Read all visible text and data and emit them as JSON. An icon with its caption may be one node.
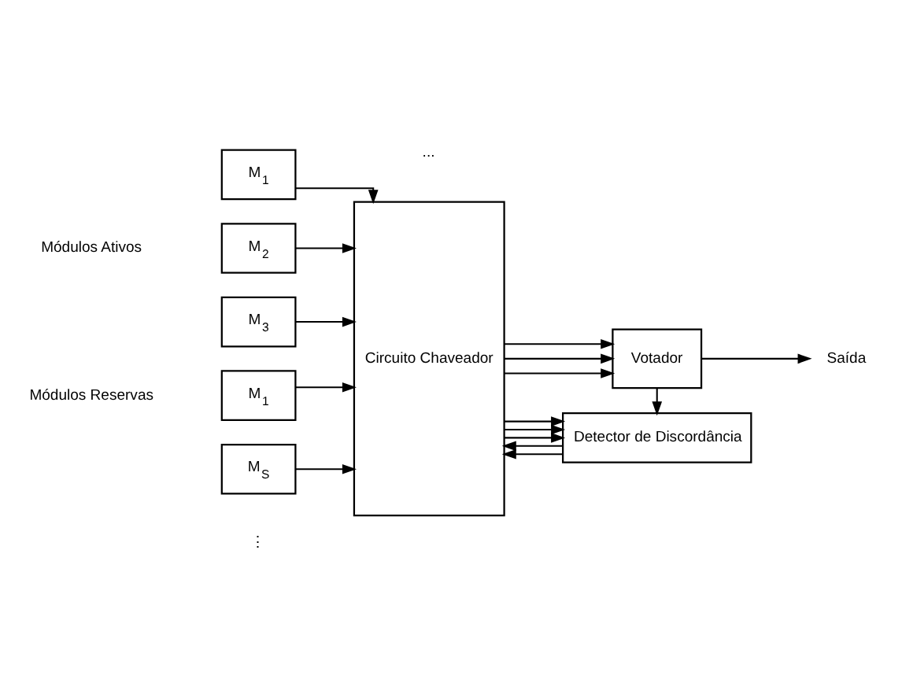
{
  "diagram": {
    "nodes": [
      {
        "text": [
          "Detector de Discordância"
        ]
      },
      {
        "text": [
          "M$_{1}$"
        ]
      },
      {
        "text": [
          "M$_{2}$"
        ]
      },
      {
        "text": [
          "M$_{3}$"
        ]
      },
      {
        "text": [
          "M$_{1}$"
        ]
      },
      {
        "text": [
          "M$_{S}$"
        ]
      },
      {
        "text": [
          "Circuito Chaveador"
        ]
      },
      {
        "text": [
          "Votador"
        ]
      },
      {
        "text": [
          "Saída"
        ]
      }
    ],
    "edges": [
      {
        "from": 0,
        "to": 6,
        "arrow": "to"
      },
      {
        "from": 0,
        "to": 6,
        "arrow": "to"
      },
      {
        "from": 1,
        "to": 6,
        "arrow": "to"
      },
      {
        "from": 2,
        "to": 6,
        "arrow": "to"
      },
      {
        "from": 3,
        "to": 6,
        "arrow": "to"
      },
      {
        "from": 4,
        "to": 6,
        "arrow": "to"
      },
      {
        "from": 5,
        "to": 6,
        "arrow": "to"
      },
      {
        "from": 6,
        "to": 7,
        "arrow": "to"
      },
      {
        "from": 6,
        "to": 7,
        "arrow": "to"
      },
      {
        "from": 6,
        "to": 7,
        "arrow": "to"
      },
      {
        "from": 6,
        "to": 0,
        "arrow": "to"
      },
      {
        "from": 6,
        "to": 0,
        "arrow": "to"
      },
      {
        "from": 6,
        "to": 0,
        "arrow": "to"
      },
      {
        "from": 7,
        "to": 8,
        "arrow": "to"
      },
      {
        "from": 7,
        "to": 0,
        "arrow": "to"
      }
    ],
    "labels": [
      "Módulos Ativos",
      "Módulos Reservas",
      "...",
      "⋮"
    ]
  }
}
